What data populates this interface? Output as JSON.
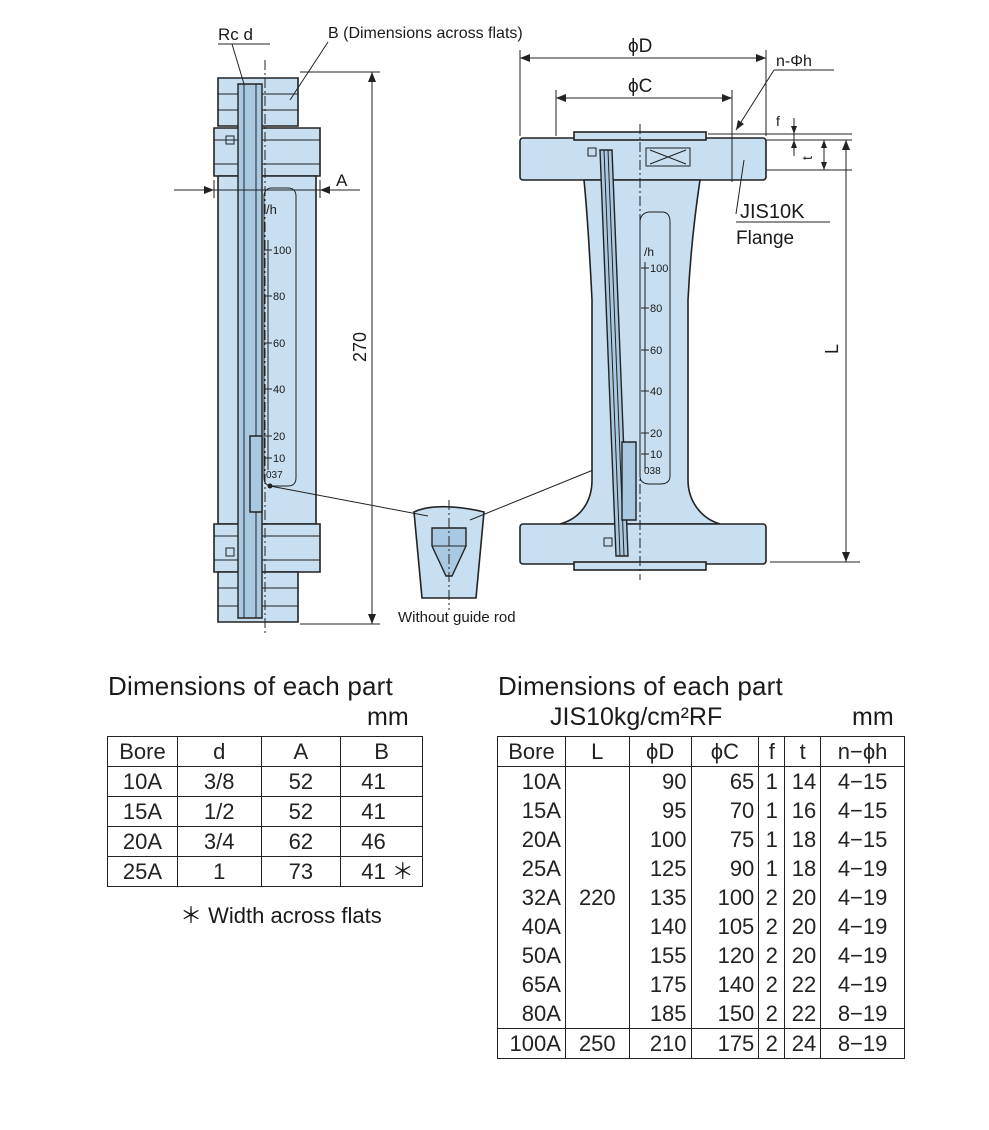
{
  "drawing": {
    "labels": {
      "rc_d": "Rc d",
      "b_flats": "B (Dimensions across flats)",
      "a": "A",
      "length_270": "270",
      "phi_d": "ϕD",
      "phi_c": "ϕC",
      "n_phi_h": "n-Φh",
      "f": "f",
      "t": "t",
      "jis10k": "JIS10K",
      "flange": "Flange",
      "l": "L",
      "without_guide_rod": "Without guide rod"
    },
    "scale_left": {
      "unit": "/h",
      "marks": [
        "100",
        "80",
        "60",
        "40",
        "20",
        "10"
      ],
      "code": "037"
    },
    "scale_right": {
      "unit": "/h",
      "marks": [
        "100",
        "80",
        "60",
        "40",
        "20",
        "10"
      ],
      "code": "038"
    },
    "colors": {
      "body": "#c7dff0",
      "line": "#222222"
    }
  },
  "table1": {
    "title": "Dimensions of each part",
    "unit": "mm",
    "headers": [
      "Bore",
      "d",
      "A",
      "B"
    ],
    "rows": [
      [
        "10A",
        "3/8",
        "52",
        "41"
      ],
      [
        "15A",
        "1/2",
        "52",
        "41"
      ],
      [
        "20A",
        "3/4",
        "62",
        "46"
      ],
      [
        "25A",
        "1",
        "73",
        "41 ＊"
      ]
    ],
    "note": "＊ Width across flats"
  },
  "table2": {
    "title": "Dimensions of each part",
    "subtitle": "JIS10kg/cm²RF",
    "unit": "mm",
    "headers": [
      "Bore",
      "L",
      "ϕD",
      "ϕC",
      "f",
      "t",
      "n−ϕh"
    ],
    "l_shared": "220",
    "rows": [
      [
        "10A",
        "90",
        "65",
        "1",
        "14",
        "4−15"
      ],
      [
        "15A",
        "95",
        "70",
        "1",
        "16",
        "4−15"
      ],
      [
        "20A",
        "100",
        "75",
        "1",
        "18",
        "4−15"
      ],
      [
        "25A",
        "125",
        "90",
        "1",
        "18",
        "4−19"
      ],
      [
        "32A",
        "135",
        "100",
        "2",
        "20",
        "4−19"
      ],
      [
        "40A",
        "140",
        "105",
        "2",
        "20",
        "4−19"
      ],
      [
        "50A",
        "155",
        "120",
        "2",
        "20",
        "4−19"
      ],
      [
        "65A",
        "175",
        "140",
        "2",
        "22",
        "4−19"
      ],
      [
        "80A",
        "185",
        "150",
        "2",
        "22",
        "8−19"
      ]
    ],
    "last_row": [
      "100A",
      "250",
      "210",
      "175",
      "2",
      "24",
      "8−19"
    ]
  }
}
